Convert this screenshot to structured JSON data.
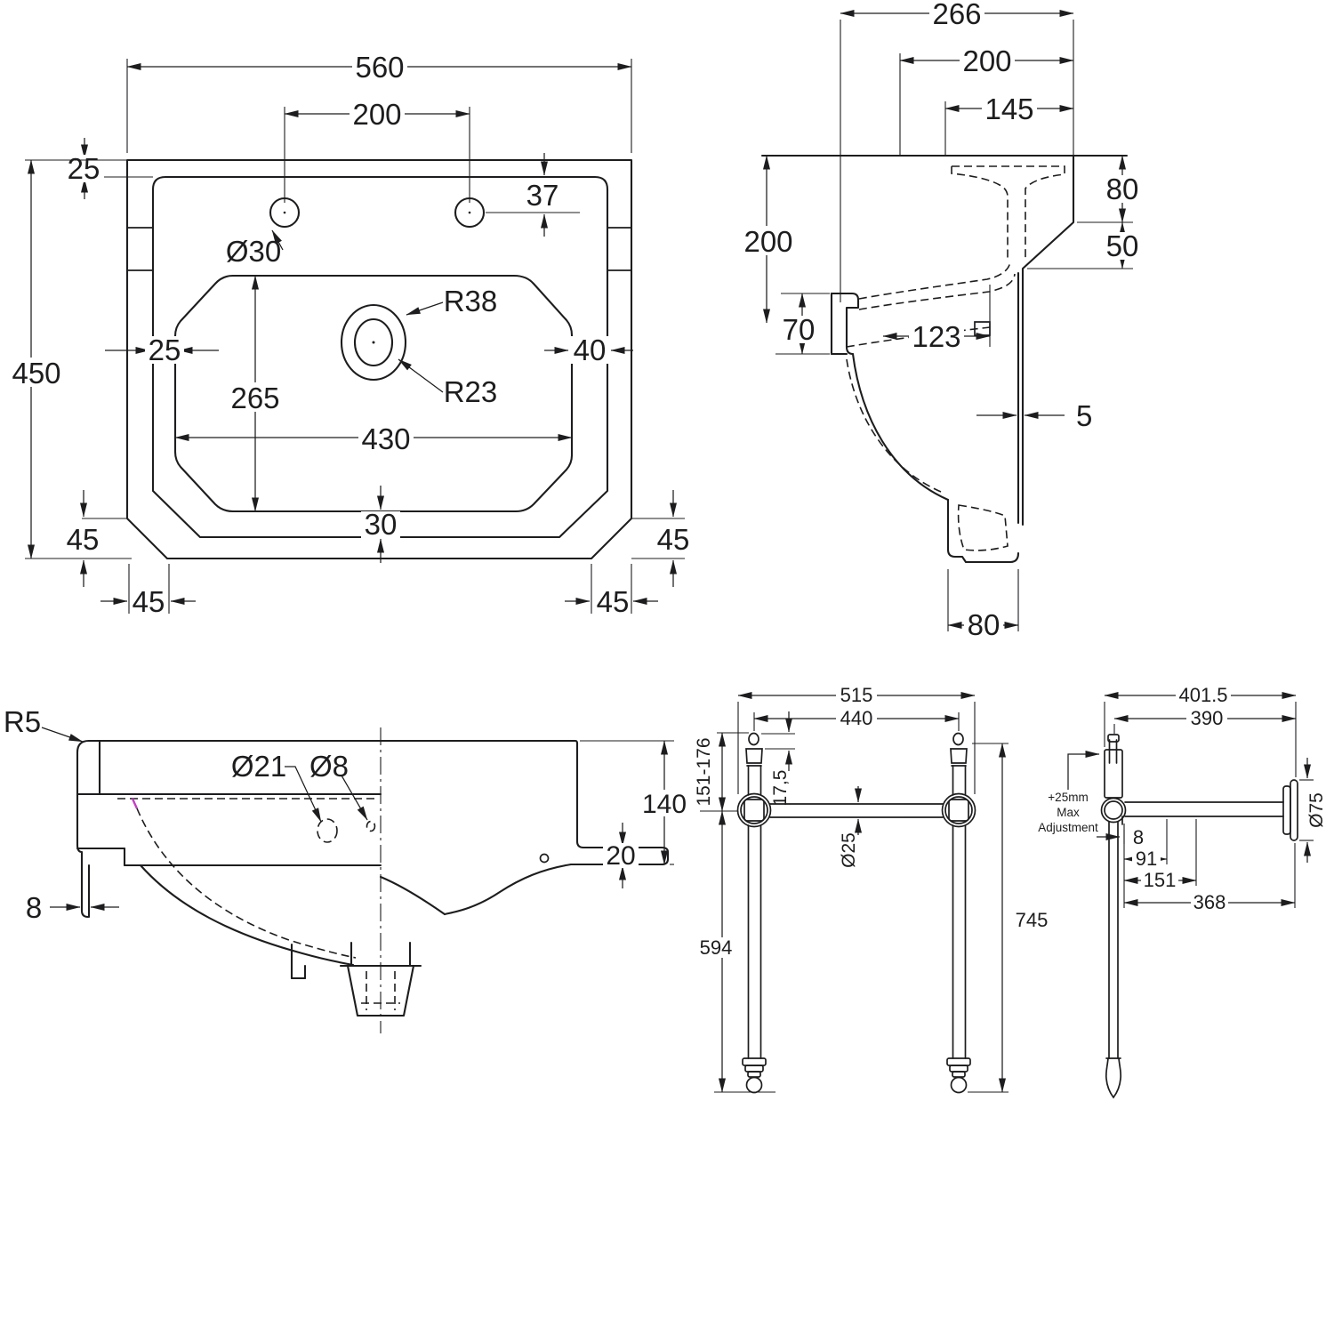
{
  "drawing": {
    "background": "#ffffff",
    "line_color": "#1d1d1f",
    "accent_mark_color": "#c43fc4",
    "plan": {
      "overall_width": "560",
      "hole_spacing": "200",
      "deck_inset_top": "25",
      "hole_offset": "37",
      "hole_dia": "Ø30",
      "overall_depth": "450",
      "deck_inset_left": "25",
      "bowl_length": "265",
      "bowl_width": "430",
      "deck_inset_right": "40",
      "waste_r_outer": "R38",
      "waste_r_inner": "R23",
      "bowl_inset_bottom": "30",
      "chamfer_v_left": "45",
      "chamfer_h_left": "45",
      "chamfer_v_right": "45",
      "chamfer_h_right": "45"
    },
    "side": {
      "overall_depth": "266",
      "wall_to_front": "200",
      "deck_depth": "145",
      "back_height": "80",
      "ledge_drop": "50",
      "front_height": "200",
      "lip_height": "70",
      "overflow_offset": "123",
      "wall_thickness": "5",
      "foot_depth": "80"
    },
    "front": {
      "rim_radius": "R5",
      "overflow_dia": "Ø21",
      "fixing_dia": "Ø8",
      "skirt_height": "140",
      "lip_height": "20",
      "rim_thickness": "8"
    },
    "stand_front": {
      "frame_width": "515",
      "leg_spacing": "440",
      "mount_range": "151-176",
      "cap_height": "17,5",
      "tube_dia": "Ø25",
      "leg_height": "594",
      "overall_height": "745"
    },
    "stand_side": {
      "overall_depth": "401.5",
      "arm_length": "390",
      "note_line1": "+25mm",
      "note_line2": "Max",
      "note_line3": "Adjustment",
      "flange_dia": "Ø75",
      "offset_8": "8",
      "offset_91": "91",
      "offset_151": "151",
      "offset_368": "368"
    }
  }
}
